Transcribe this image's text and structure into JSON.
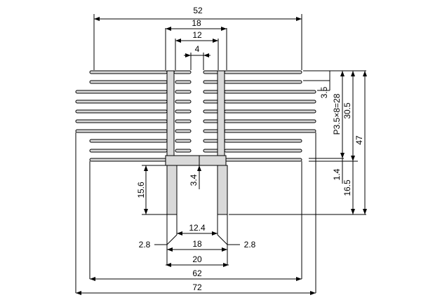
{
  "drawing": {
    "dimensions": {
      "overall_top_width": "52",
      "inner_wall_outer": "18",
      "inner_wall_inner": "12",
      "slot_width": "4",
      "fin_pitch": "3.5",
      "fin_series": "P3.5×8=28",
      "fin_span_right": "30.5",
      "total_height": "47",
      "leg_height": "15.6",
      "slot_depth": "3.4",
      "base_thickness": "1.4",
      "base_height": "16.5",
      "leg_thickness_left": "2.8",
      "leg_thickness_right": "2.8",
      "inner_leg_gap": "12.4",
      "leg_outer_top": "18",
      "leg_outer_bottom": "20",
      "base_width": "62",
      "overall_width": "72"
    }
  }
}
